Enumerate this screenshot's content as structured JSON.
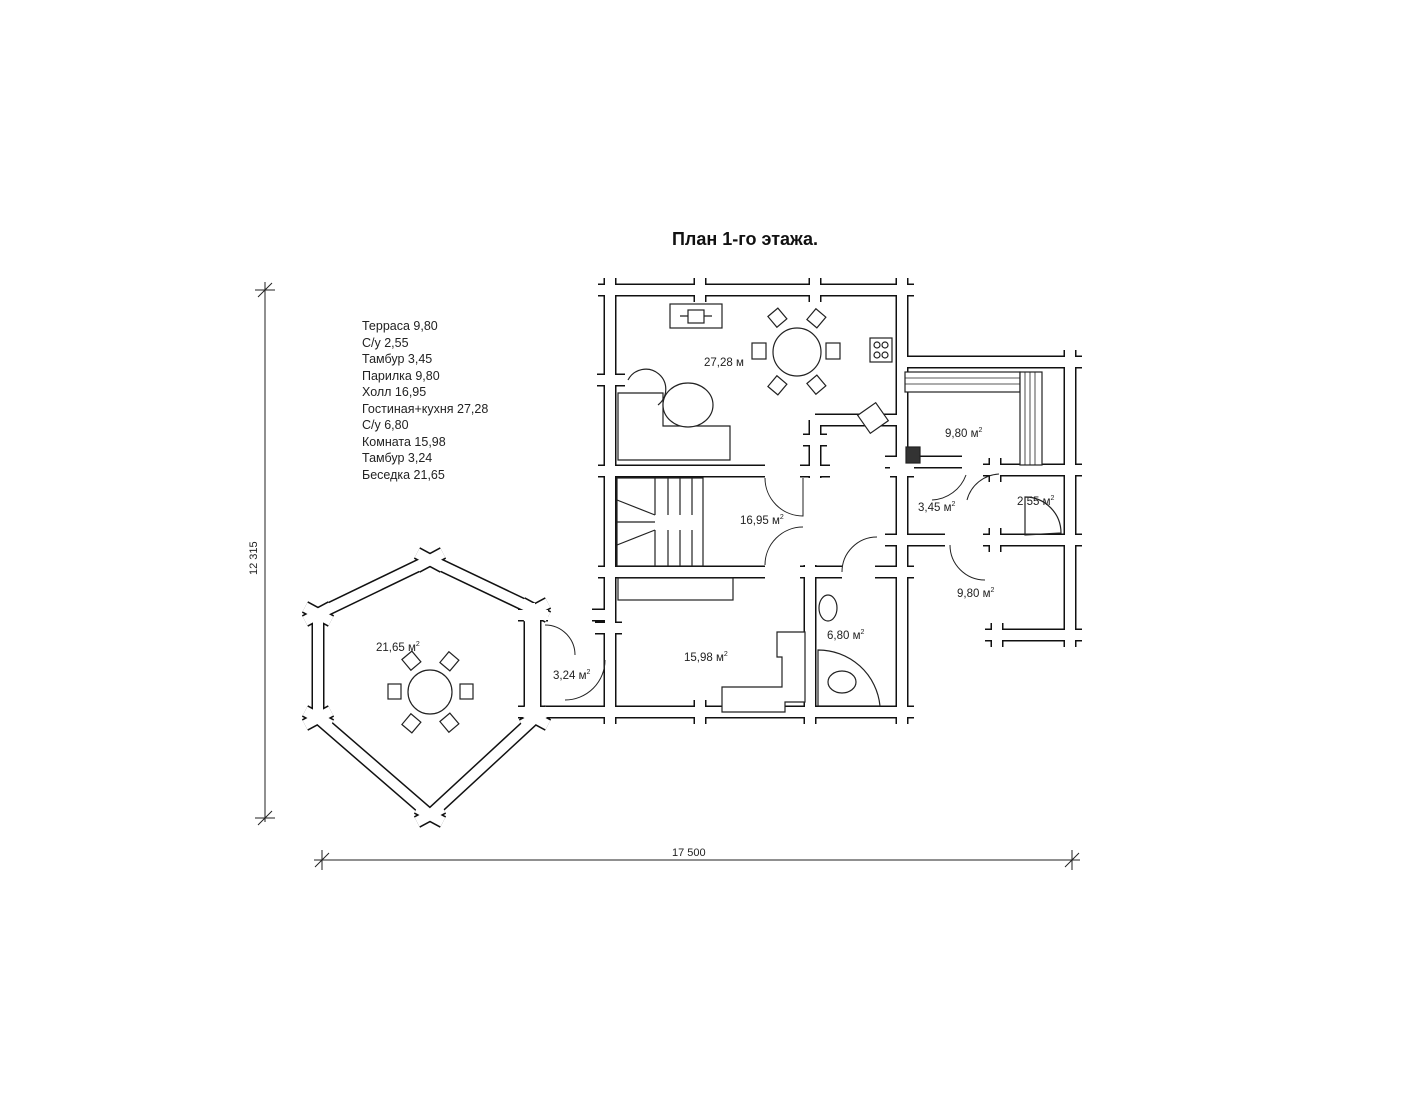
{
  "title": "План 1-го этажа.",
  "legend": [
    "Терраса 9,80",
    "С/у 2,55",
    "Тамбур 3,45",
    "Парилка 9,80",
    "Холл 16,95",
    "Гостиная+кухня 27,28",
    "С/у 6,80",
    "Комната 15,98",
    "Тамбур 3,24",
    "Беседка 21,65"
  ],
  "rooms": {
    "living": "27,28 м",
    "sauna": "9,80 м",
    "hall": "16,95 м",
    "tambour1": "3,45 м",
    "wc1": "2,55 м",
    "terrace": "9,80 м",
    "bath": "6,80 м",
    "room": "15,98 м",
    "tambour2": "3,24 м",
    "gazebo": "21,65 м"
  },
  "unit_sup": "2",
  "dimensions": {
    "height": "12 315",
    "width": "17 500"
  }
}
